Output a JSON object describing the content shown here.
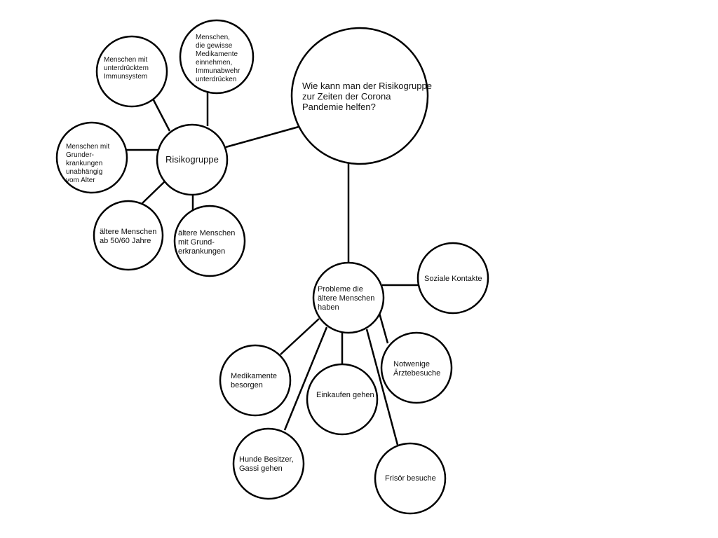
{
  "diagram": {
    "center": {
      "lines": [
        "Wie kann man der Risikogruppe",
        "zur Zeiten der Corona",
        "Pandemie helfen?"
      ]
    },
    "risk_group": {
      "lines": [
        "Risikogruppe"
      ],
      "branches": [
        {
          "lines": [
            "Menschen mit",
            "unterdrücktem",
            "Immunsystem"
          ]
        },
        {
          "lines": [
            "Menschen,",
            "die gewisse",
            "Medikamente",
            "einnehmen,",
            "Immunabwehr",
            "unterdrücken"
          ]
        },
        {
          "lines": [
            "Menschen mit",
            "Grunder-",
            "krankungen",
            "unabhängig",
            "vom Alter"
          ]
        },
        {
          "lines": [
            "ältere Menschen",
            "ab 50/60 Jahre"
          ]
        },
        {
          "lines": [
            "ältere Menschen",
            "mit Grund-",
            "erkrankungen"
          ]
        }
      ]
    },
    "problems": {
      "lines": [
        "Probleme die",
        "ältere Menschen",
        "haben"
      ],
      "branches": [
        {
          "lines": [
            "Soziale Kontakte"
          ]
        },
        {
          "lines": [
            "Notwenige",
            "Ärztebesuche"
          ]
        },
        {
          "lines": [
            "Medikamente",
            "besorgen"
          ]
        },
        {
          "lines": [
            "Einkaufen gehen"
          ]
        },
        {
          "lines": [
            "Hunde Besitzer,",
            "Gassi gehen"
          ]
        },
        {
          "lines": [
            "Frisör besuche"
          ]
        }
      ]
    }
  }
}
